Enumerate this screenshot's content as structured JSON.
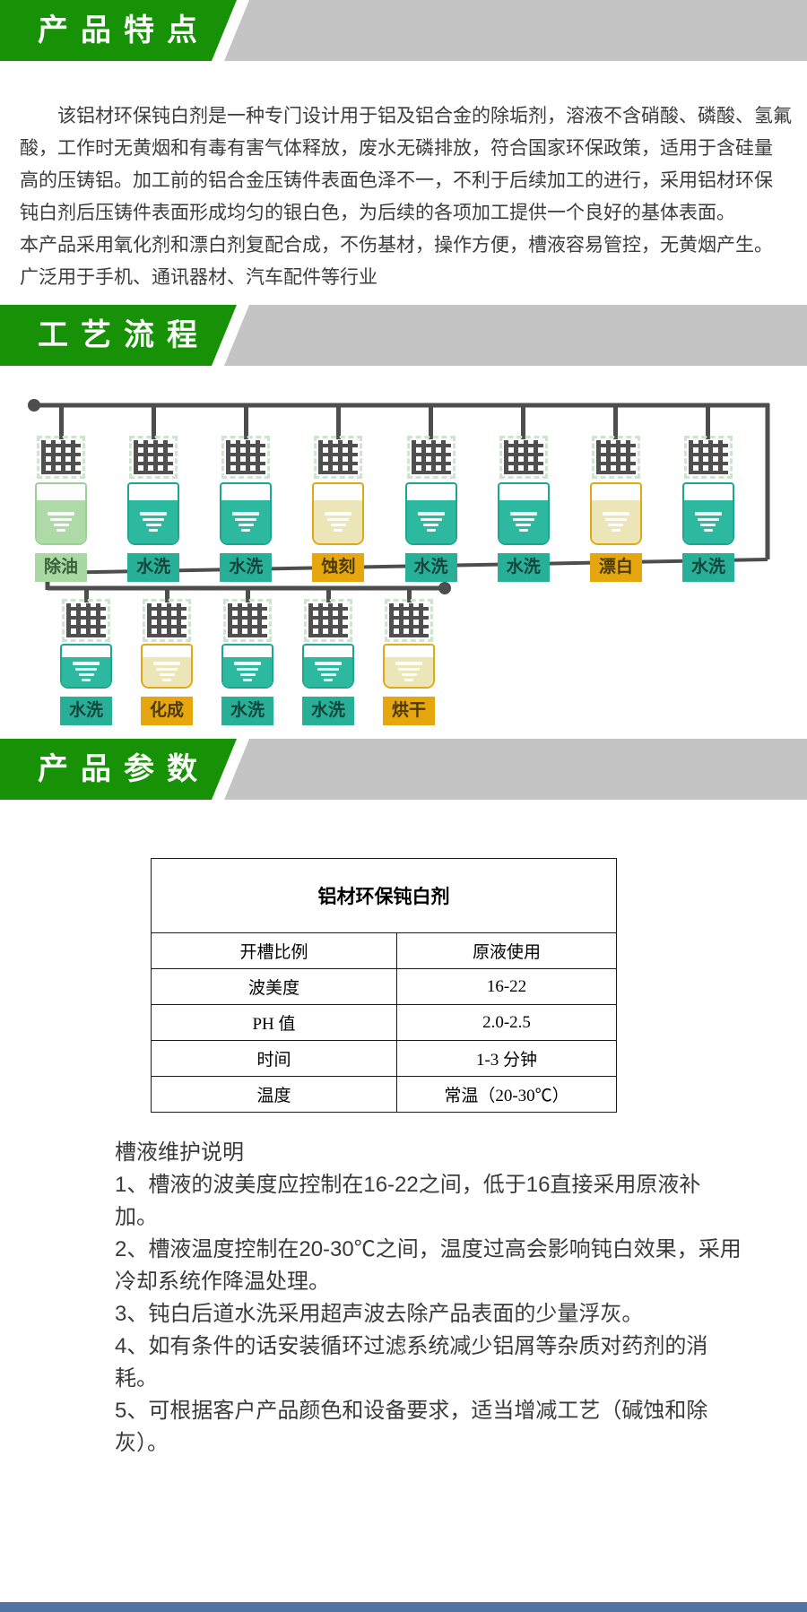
{
  "colors": {
    "banner_green": "#179207",
    "banner_gray": "#c4c4c4",
    "teal": "#2cb9a0",
    "light_green": "#aedaa8",
    "gold": "#e6a60e",
    "khaki": "#ece5b8",
    "pipe_line": "#4d4d4d",
    "bottom_strip": "#4f74a4"
  },
  "sections": {
    "features": {
      "title": "产品特点",
      "paragraph_lines": [
        "　　该铝材环保钝白剂是一种专门设计用于铝及铝合金的除垢剂，溶液不含硝酸、磷酸、氢氟",
        "酸，工作时无黄烟和有毒有害气体释放，废水无磷排放，符合国家环保政策，适用于含硅量",
        "高的压铸铝。加工前的铝合金压铸件表面色泽不一，不利于后续加工的进行，采用铝材环保",
        "钝白剂后压铸件表面形成均匀的银白色，为后续的各项加工提供一个良好的基体表面。",
        "本产品采用氧化剂和漂白剂复配合成，不伤基材，操作方便，槽液容易管控，无黄烟产生。",
        "广泛用于手机、通讯器材、汽车配件等行业"
      ]
    },
    "process": {
      "title": "工艺流程",
      "row1": [
        {
          "label": "除油",
          "type": "green"
        },
        {
          "label": "水洗",
          "type": "teal"
        },
        {
          "label": "水洗",
          "type": "teal"
        },
        {
          "label": "蚀刻",
          "type": "gold"
        },
        {
          "label": "水洗",
          "type": "teal"
        },
        {
          "label": "水洗",
          "type": "teal"
        },
        {
          "label": "漂白",
          "type": "gold"
        },
        {
          "label": "水洗",
          "type": "teal"
        }
      ],
      "row2": [
        {
          "label": "水洗",
          "type": "teal"
        },
        {
          "label": "化成",
          "type": "gold"
        },
        {
          "label": "水洗",
          "type": "teal"
        },
        {
          "label": "水洗",
          "type": "teal"
        },
        {
          "label": "烘干",
          "type": "gold"
        }
      ]
    },
    "params": {
      "title": "产品参数",
      "table": {
        "title": "铝材环保钝白剂",
        "rows": [
          {
            "label": "开槽比例",
            "value": "原液使用"
          },
          {
            "label": "波美度",
            "value": "16-22"
          },
          {
            "label": "PH 值",
            "value": "2.0-2.5"
          },
          {
            "label": "时间",
            "value": "1-3 分钟"
          },
          {
            "label": "温度",
            "value": "常温（20-30℃）"
          }
        ]
      },
      "notes_lines": [
        "槽液维护说明",
        "1、槽液的波美度应控制在16-22之间，低于16直接采用原液补",
        "加。",
        "2、槽液温度控制在20-30℃之间，温度过高会影响钝白效果，采用",
        "冷却系统作降温处理。",
        "3、钝白后道水洗采用超声波去除产品表面的少量浮灰。",
        "4、如有条件的话安装循环过滤系统减少铝屑等杂质对药剂的消",
        "耗。",
        "5、可根据客户产品颜色和设备要求，适当增减工艺（碱蚀和除",
        "灰）。"
      ]
    }
  }
}
